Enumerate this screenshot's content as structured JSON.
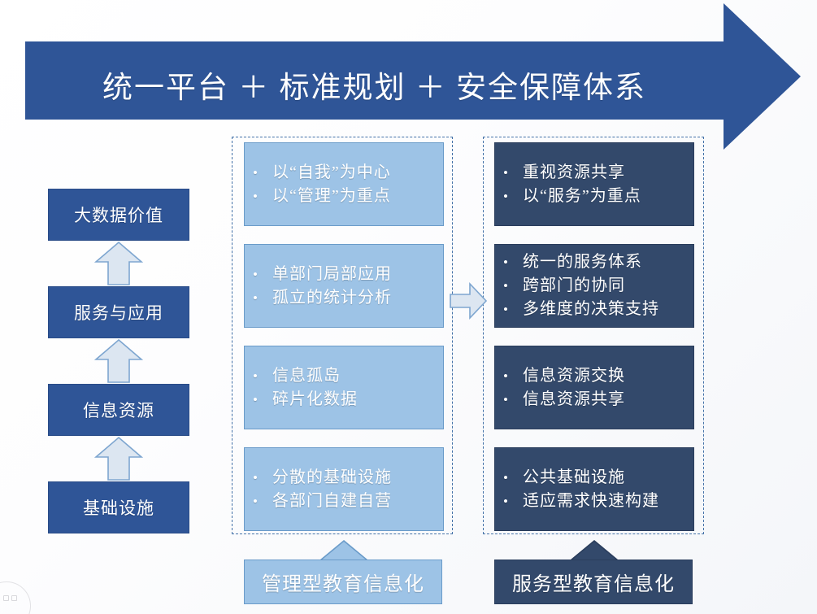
{
  "banner": {
    "title": "统一平台 ＋ 标准规划 ＋ 安全保障体系",
    "color": "#2F5597"
  },
  "ladder": {
    "items": [
      {
        "label": "大数据价值"
      },
      {
        "label": "服务与应用"
      },
      {
        "label": "信息资源"
      },
      {
        "label": "基础设施"
      }
    ],
    "arrow_icon": "up-arrow-icon",
    "box_color": "#2F5597",
    "arrow_color": "#DCE6F1"
  },
  "transition_arrow": {
    "icon": "right-arrow-icon",
    "color": "#DCE6F1"
  },
  "columns": [
    {
      "id": "management",
      "style": "light",
      "color": "#9DC3E6",
      "footer_label": "管理型教育信息化",
      "footer_arrow_icon": "up-arrow-icon",
      "cards": [
        {
          "bullets": [
            "以“自我”为中心",
            "以“管理”为重点"
          ]
        },
        {
          "bullets": [
            "单部门局部应用",
            "孤立的统计分析"
          ]
        },
        {
          "bullets": [
            "信息孤岛",
            "碎片化数据"
          ]
        },
        {
          "bullets": [
            "分散的基础设施",
            "各部门自建自营"
          ]
        }
      ]
    },
    {
      "id": "service",
      "style": "dark",
      "color": "#33496B",
      "footer_label": "服务型教育信息化",
      "footer_arrow_icon": "up-arrow-icon",
      "cards": [
        {
          "bullets": [
            "重视资源共享",
            "以“服务”为重点"
          ]
        },
        {
          "bullets": [
            "统一的服务体系",
            "跨部门的协同",
            "多维度的决策支持"
          ]
        },
        {
          "bullets": [
            "信息资源交换",
            "信息资源共享"
          ]
        },
        {
          "bullets": [
            "公共基础设施",
            "适应需求快速构建"
          ]
        }
      ]
    }
  ],
  "bullet_glyph": "•"
}
